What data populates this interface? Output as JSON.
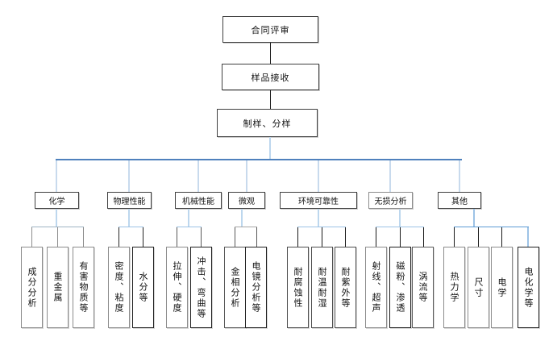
{
  "chain": [
    {
      "label": "合同评审"
    },
    {
      "label": "样品接收"
    },
    {
      "label": "制样、分样"
    }
  ],
  "groups": [
    {
      "label": "化学",
      "children": [
        "成分分析",
        "重金属",
        "有害物质等"
      ]
    },
    {
      "label": "物理性能",
      "children": [
        "密度、粘度",
        "水分等"
      ]
    },
    {
      "label": "机械性能",
      "children": [
        "拉伸、硬度",
        "冲击、弯曲等"
      ]
    },
    {
      "label": "微观",
      "children": [
        "金相分析",
        "电镜分析等"
      ]
    },
    {
      "label": "环境可靠性",
      "children": [
        "耐腐蚀性",
        "耐温耐湿",
        "耐紫外等"
      ]
    },
    {
      "label": "无损分析",
      "children": [
        "射线、超声",
        "磁粉、渗透",
        "涡流等"
      ]
    },
    {
      "label": "其他",
      "children": [
        "热力学",
        "尺寸",
        "电学",
        "电化学等"
      ]
    }
  ],
  "colors": {
    "bus_line": "#4f81bd",
    "bus_drop": "#c8daed",
    "stub_blue": "#bdd7ee",
    "bracket_blue": "#9dc3e6",
    "bracket_strong_blue": "#5b9bd5",
    "trunk_black": "#1a1a1a",
    "gray_line": "#8c8c8c",
    "box_border_dark": "#404040",
    "box_border_gray": "#8c8c8c",
    "background": "#ffffff"
  }
}
